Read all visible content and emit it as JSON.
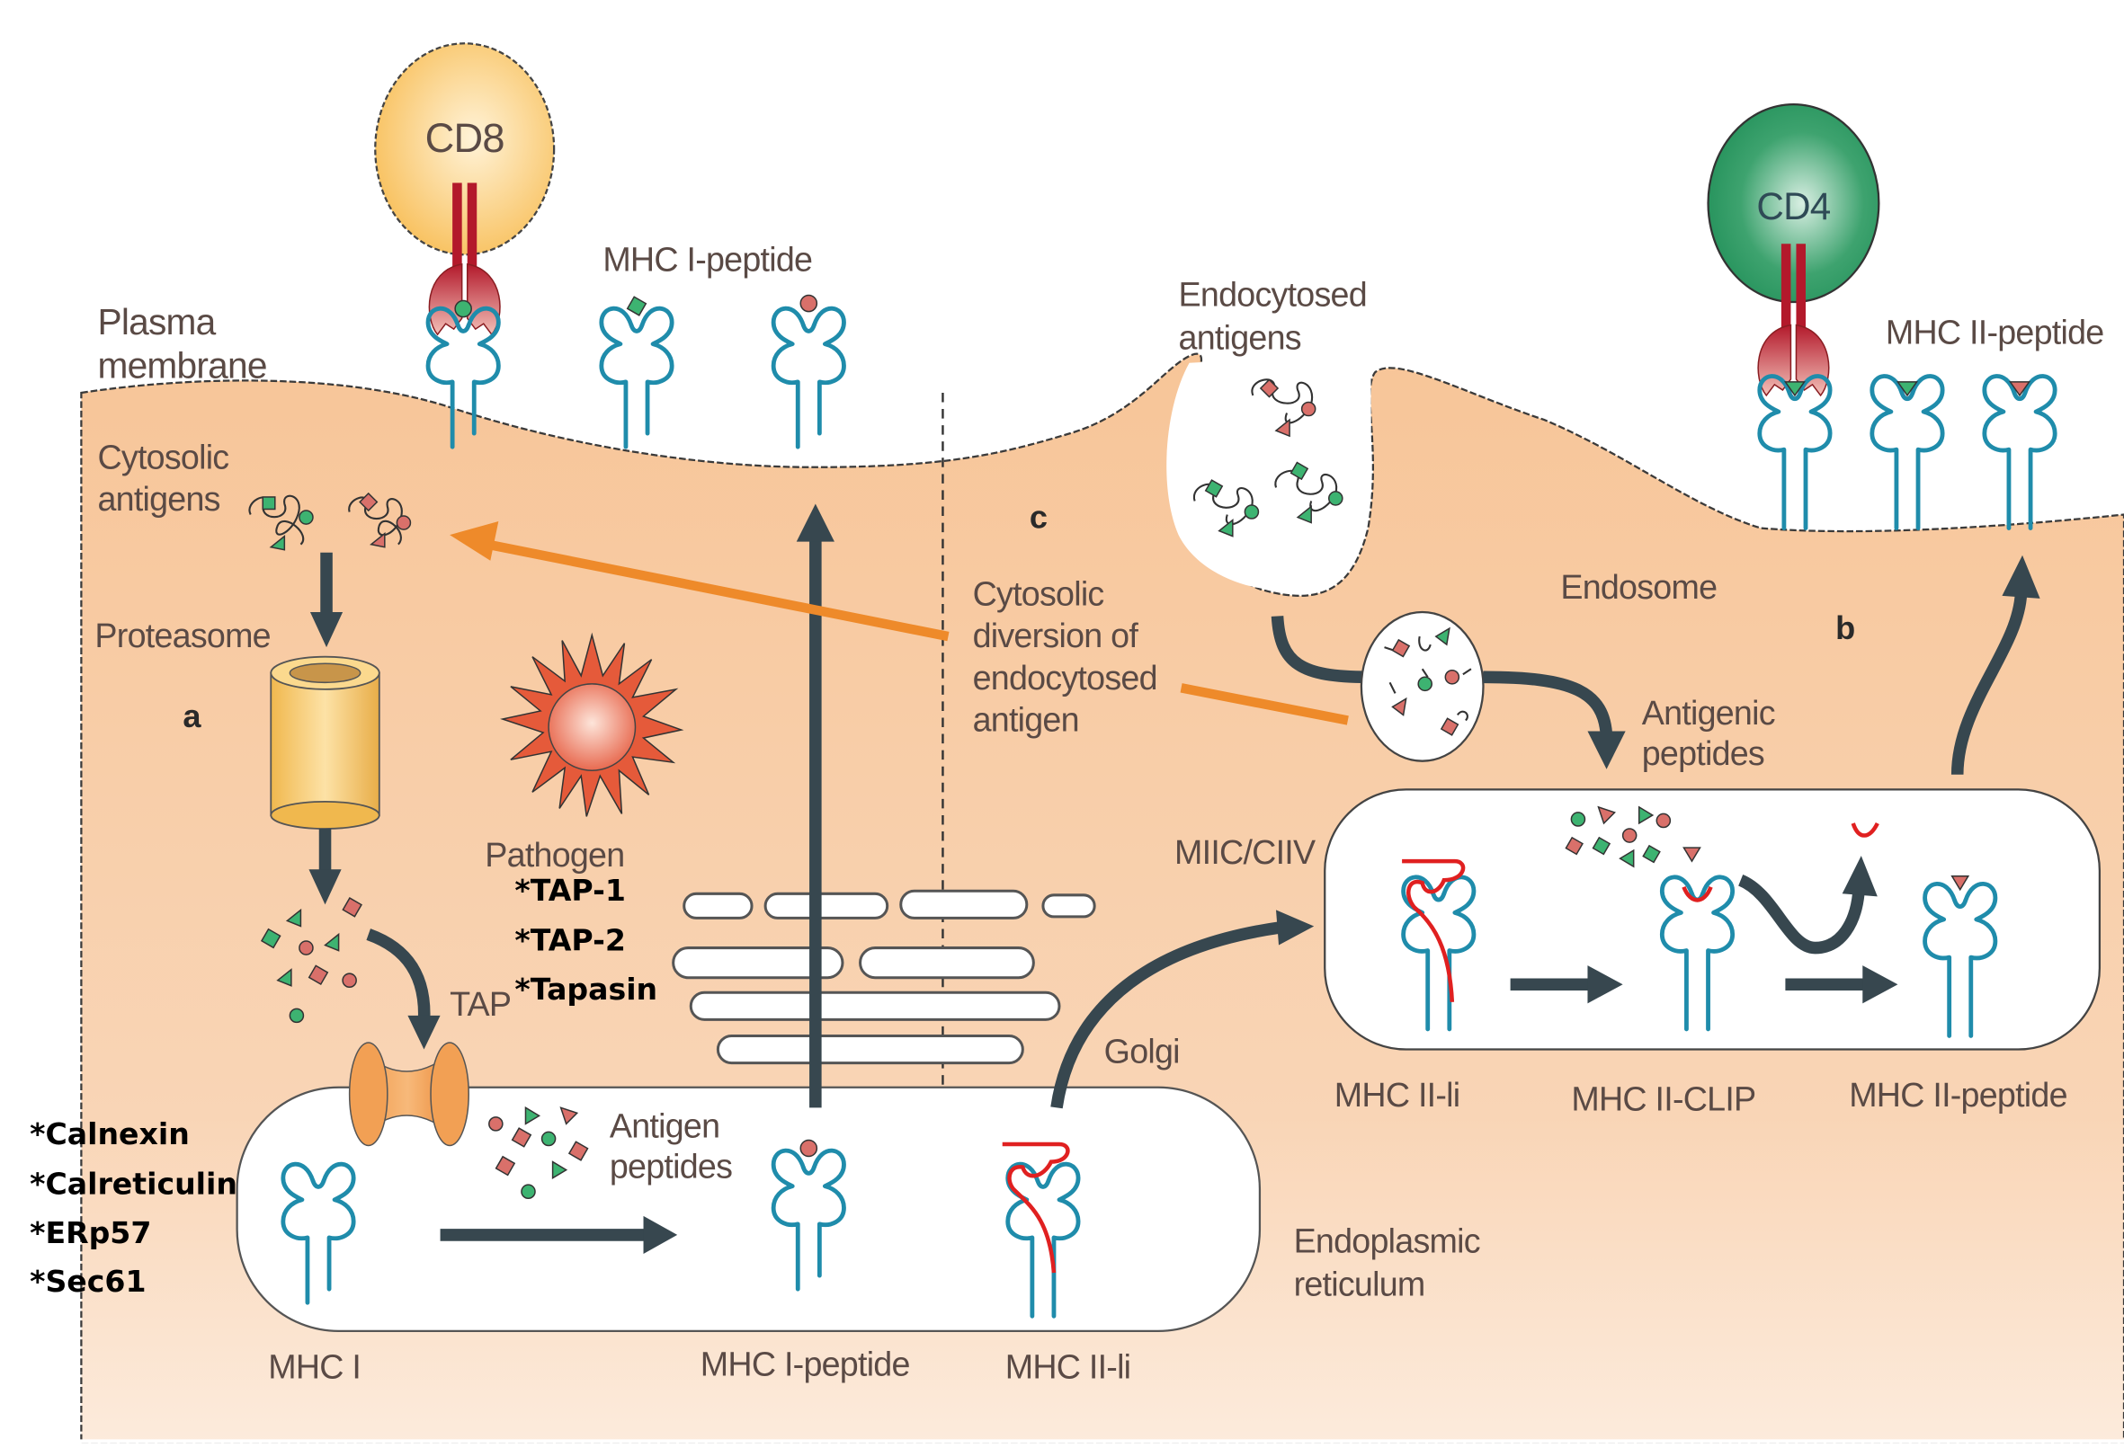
{
  "diagram": {
    "title": "MHC class I and class II antigen presentation pathways",
    "panels": {
      "a": "a",
      "b": "b",
      "c": "c"
    },
    "cells": {
      "cd8": "CD8",
      "cd4": "CD4"
    },
    "labels": {
      "plasma_membrane_line1": "Plasma",
      "plasma_membrane_line2": "membrane",
      "mhc1_peptide_top": "MHC I-peptide",
      "mhc2_peptide_top": "MHC II-peptide",
      "cytosolic_antigens_line1": "Cytosolic",
      "cytosolic_antigens_line2": "antigens",
      "proteasome": "Proteasome",
      "pathogen": "Pathogen",
      "tap": "TAP",
      "antigen_peptides_line1": "Antigen",
      "antigen_peptides_line2": "peptides",
      "mhc1_bottom": "MHC I",
      "mhc1_peptide_bottom": "MHC I-peptide",
      "mhc2_li_bottom": "MHC II-li",
      "golgi": "Golgi",
      "endoplasmic_reticulum_line1": "Endoplasmic",
      "endoplasmic_reticulum_line2": "reticulum",
      "endocytosed_antigens_line1": "Endocytosed",
      "endocytosed_antigens_line2": "antigens",
      "cytosolic_diversion_line1": "Cytosolic",
      "cytosolic_diversion_line2": "diversion of",
      "cytosolic_diversion_line3": "endocytosed",
      "cytosolic_diversion_line4": "antigen",
      "endosome": "Endosome",
      "antigenic_peptides_line1": "Antigenic",
      "antigenic_peptides_line2": "peptides",
      "miic_ciiv": "MIIC/CIIV",
      "mhc2_li_miic": "MHC II-li",
      "mhc2_clip": "MHC II-CLIP",
      "mhc2_peptide_miic": "MHC II-peptide"
    },
    "annotations": {
      "tap_group": [
        "*TAP-1",
        "*TAP-2",
        "*Tapasin"
      ],
      "er_chaperones": [
        "*Calnexin",
        "*Calreticulin",
        "*ERp57",
        "*Sec61"
      ]
    },
    "colors": {
      "cytoplasm": "#f8c9a0",
      "mhc": "#1f8cab",
      "arrow": "#37474f",
      "diversion": "#ee8a2a",
      "cd8": "#f9c96a",
      "cd4": "#2e9e63",
      "invariant_chain": "#e02020"
    }
  }
}
